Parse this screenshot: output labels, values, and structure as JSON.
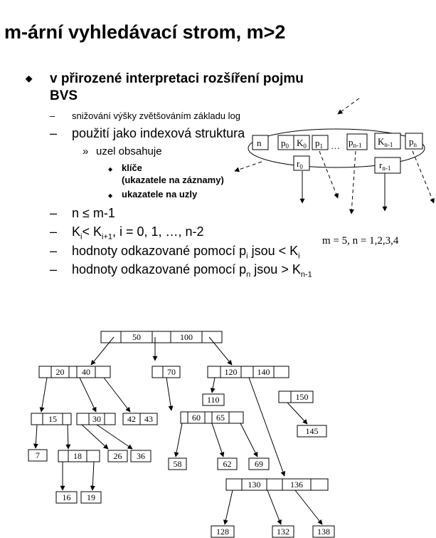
{
  "slide": {
    "title": "m-ární vyhledávací strom, m>2",
    "bullet1_line1": "v přirozené interpretaci rozšíření pojmu",
    "bullet1_line2": "BVS",
    "sub_small": "snižování výšky zvětšováním základu log",
    "sub_index": "použití jako indexová struktura",
    "node_contains": "uzel obsahuje",
    "keys_line1": "klíče",
    "keys_line2": "(ukazatele na záznamy)",
    "node_pointers": "ukazatele na uzly",
    "cond_n": "n ≤ m-1",
    "cond_k_a": "K",
    "cond_k_sub_i": "i",
    "cond_k_b": "< K",
    "cond_k_sub_i1": "i+1",
    "cond_k_c": ", i = 0, 1, …, n-2",
    "cond_p_a": "hodnoty odkazované pomocí p",
    "cond_p_sub_i": "i",
    "cond_p_b": " jsou < K",
    "cond_p_sub_i2": "i",
    "cond_pn_a": "hodnoty odkazované pomocí p",
    "cond_pn_sub_n": "n",
    "cond_pn_b": " jsou > K",
    "cond_pn_sub_n1": "n-1",
    "bullet_l1": "◆",
    "dash": "–",
    "bullet_l2": "»",
    "bullet_l3": "◆"
  },
  "node_diagram": {
    "cells": [
      "n",
      "p0",
      "K0",
      "p1",
      "p n-1",
      "K n-1",
      "p n"
    ],
    "r0": "r0",
    "rn1": "r n-1",
    "dots": "…",
    "formula": "m = 5, n = 1,2,3,4"
  },
  "tree": {
    "keys": [
      "50",
      "100",
      "20",
      "40",
      "70",
      "120",
      "140",
      "110",
      "150",
      "15",
      "30",
      "42",
      "43",
      "60",
      "65",
      "145",
      "7",
      "18",
      "26",
      "36",
      "58",
      "62",
      "69",
      "130",
      "136",
      "16",
      "19",
      "128",
      "132",
      "138"
    ]
  }
}
